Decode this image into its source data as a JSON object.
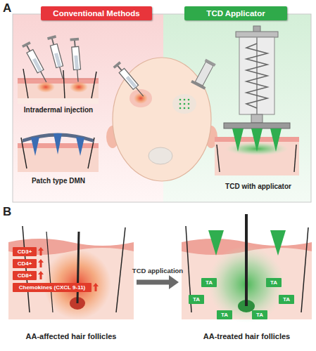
{
  "diagram": {
    "nodes": [
      {
        "text": [
          "Conventional Methods"
        ]
      },
      {
        "text": [
          "TCD Applicator"
        ]
      },
      {
        "text": [
          "AA-affected hair follicles"
        ]
      },
      {
        "text": [
          "CD3+"
        ],
        "in": 2
      },
      {
        "text": [
          "CD4+"
        ],
        "in": 2
      },
      {
        "text": [
          "CD8+"
        ],
        "in": 2
      },
      {
        "text": [
          "Chemokines (CXCL 9-11)"
        ],
        "in": 2
      },
      {
        "text": [
          "AA-treated hair follicles"
        ]
      },
      {
        "text": [
          "TA"
        ],
        "in": 7
      },
      {
        "text": [
          "TA"
        ],
        "in": 7
      },
      {
        "text": [
          "TA"
        ],
        "in": 7
      },
      {
        "text": [
          "TA"
        ],
        "in": 7
      },
      {
        "text": [
          "TA"
        ],
        "in": 7
      },
      {
        "text": [
          "TA"
        ],
        "in": 7
      }
    ],
    "edges": [
      {
        "from": 2,
        "to": 7,
        "label": "TCD application",
        "arrow": "to"
      }
    ],
    "labels": [
      "A",
      "Intradermal injection",
      "Patch type DMN",
      "TCD with applicator",
      "B"
    ]
  }
}
